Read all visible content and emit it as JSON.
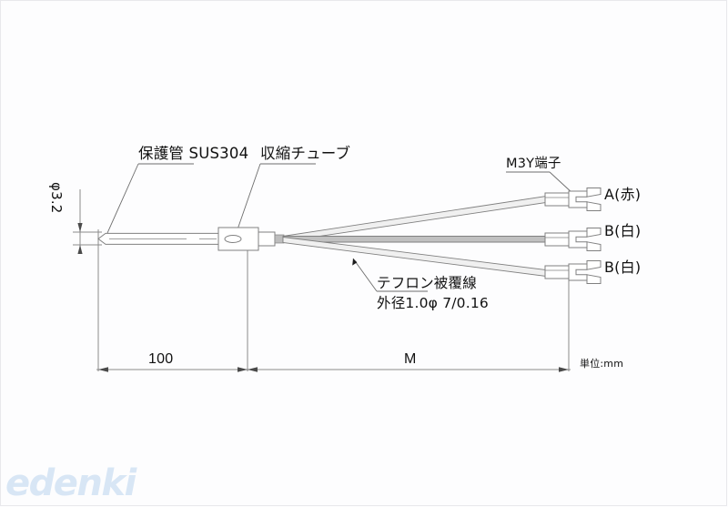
{
  "drawing": {
    "title_labels": {
      "sheath": "保護管 SUS304",
      "shrink_tube": "収縮チューブ",
      "m3y_terminal": "M3Y端子",
      "teflon_wire": "テフロン被覆線",
      "teflon_wire_spec": "外径1.0φ 7/0.16"
    },
    "terminal_labels": [
      {
        "code": "A(赤)",
        "conductor": "A",
        "color_jp": "赤"
      },
      {
        "code": "B(白)",
        "conductor": "B",
        "color_jp": "白"
      },
      {
        "code": "B(白)",
        "conductor": "B",
        "color_jp": "白"
      }
    ],
    "dimensions": {
      "diameter": "φ3.2",
      "sheath_length": "100",
      "lead_length": "M",
      "unit_note": "単位:mm"
    },
    "colors": {
      "line": "#808080",
      "text": "#111111",
      "watermark": "#d8e6f5",
      "background": "#fdfdfe",
      "frame": "#e8e8ec"
    }
  },
  "watermark": {
    "text": "edenki"
  }
}
